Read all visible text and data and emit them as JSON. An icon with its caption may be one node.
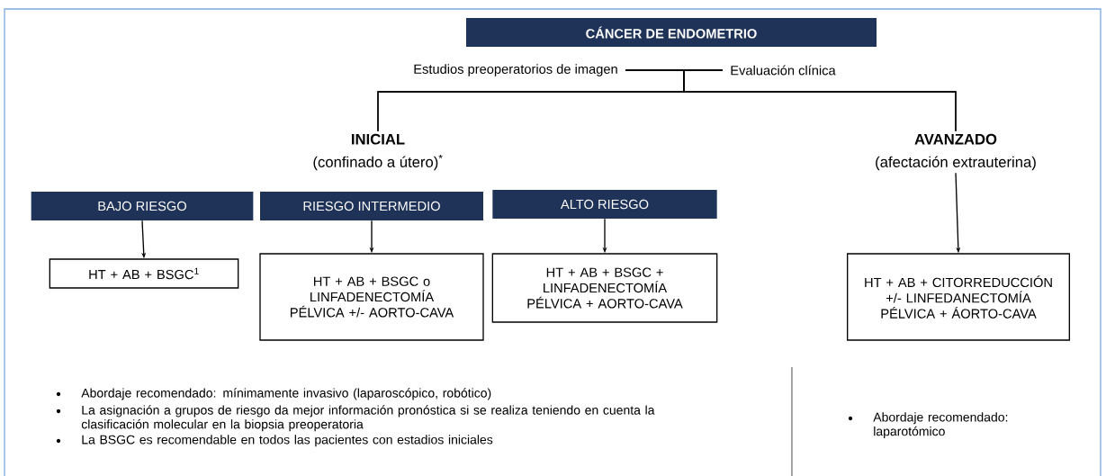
{
  "diagram": {
    "nodes": [
      {
        "text": [
          "CÁNCER DE ENDOMETRIO"
        ]
      },
      {
        "text": [
          "Estudios preoperatorios de imagen"
        ]
      },
      {
        "text": [
          "Evaluación clínica"
        ]
      },
      {
        "text": [
          "INICIAL",
          "(confinado a útero)$^{*}$"
        ]
      },
      {
        "text": [
          "AVANZADO",
          "(afectación extrauterina)"
        ]
      },
      {
        "text": [
          "BAJO RIESGO"
        ]
      },
      {
        "text": [
          "RIESGO INTERMEDIO"
        ]
      },
      {
        "text": [
          "ALTO RIESGO"
        ]
      },
      {
        "text": [
          "HT + AB + BSGC$^{1}$"
        ]
      },
      {
        "text": [
          "HT + AB + BSGC o LINFADENECTOMÍA PÉLVICA +/- AORTO-CAVA"
        ]
      },
      {
        "text": [
          "HT + AB + BSGC + LINFADENECTOMÍA PÉLVICA + AORTO-CAVA"
        ]
      },
      {
        "text": [
          "HT + AB + CITORREDUCCIÓN +/- LINFEDANECTOMÍA PÉLVICA + ÁORTO-CAVA"
        ]
      }
    ],
    "edges": [
      {
        "from": 1,
        "to": 2,
        "arrow": "none"
      },
      {
        "from": 1,
        "to": 3,
        "arrow": "none"
      },
      {
        "from": 2,
        "to": 3,
        "arrow": "none"
      },
      {
        "from": 1,
        "to": 4,
        "arrow": "none"
      },
      {
        "from": 2,
        "to": 4,
        "arrow": "none"
      },
      {
        "from": 5,
        "to": 8,
        "arrow": "to"
      },
      {
        "from": 6,
        "to": 9,
        "arrow": "to"
      },
      {
        "from": 7,
        "to": 10,
        "arrow": "to"
      },
      {
        "from": 4,
        "to": 11,
        "arrow": "to"
      }
    ],
    "labels": [
      "Abordaje recomendado: mínimamente invasivo (laparoscópico, robótico)",
      "La asignación a grupos de riesgo da mejor información pronóstica si se realiza teniendo en cuenta la clasificación molecular en la biopsia preoperatoria",
      "La BSGC es recomendable en todos las pacientes con estadios iniciales",
      "Abordaje recomendado: laparotómico"
    ]
  }
}
